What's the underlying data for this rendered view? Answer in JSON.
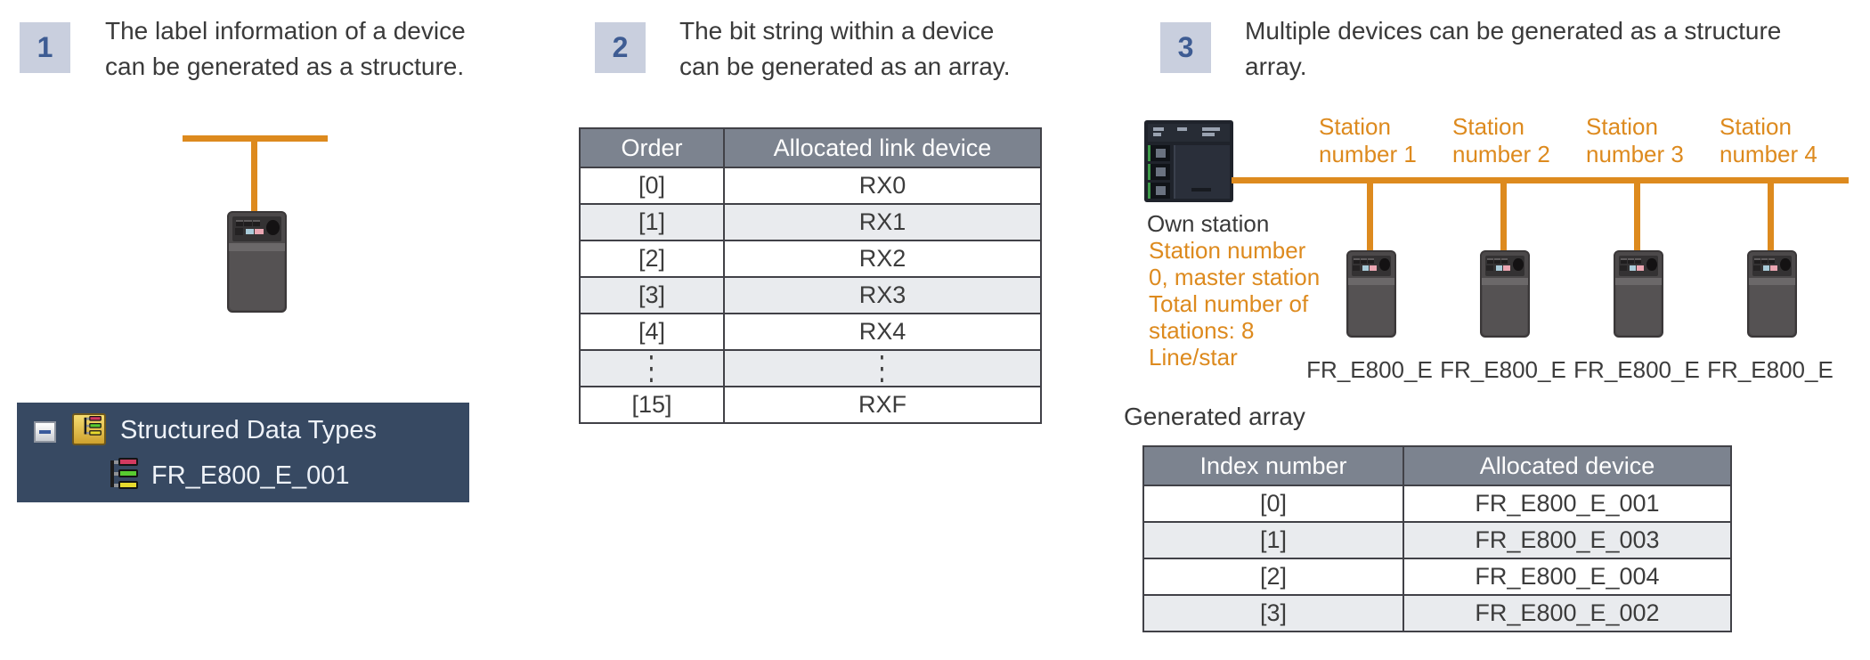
{
  "colors": {
    "accent_orange": "#dd8a1e",
    "badge_bg": "#c9cfde",
    "badge_text": "#3e5c93",
    "table_header_bg": "#7c838f",
    "row_alt": "#e9ebee",
    "tree_bg": "#374962",
    "text": "#3a3a3a"
  },
  "sections": {
    "s1": {
      "number": "1",
      "caption_line1": "The label information of a device",
      "caption_line2": "can be generated as a structure.",
      "tree": {
        "root_label": "Structured Data Types",
        "child_label": "FR_E800_E_001"
      }
    },
    "s2": {
      "number": "2",
      "caption_line1": "The bit string within a device",
      "caption_line2": "can be generated as an array.",
      "table": {
        "headers": [
          "Order",
          "Allocated link device"
        ],
        "rows": [
          [
            "[0]",
            "RX0"
          ],
          [
            "[1]",
            "RX1"
          ],
          [
            "[2]",
            "RX2"
          ],
          [
            "[3]",
            "RX3"
          ],
          [
            "[4]",
            "RX4"
          ],
          [
            "⋮",
            "⋮"
          ],
          [
            "[15]",
            "RXF"
          ]
        ]
      }
    },
    "s3": {
      "number": "3",
      "caption_line1": "Multiple devices can be generated as a structure",
      "caption_line2": "array.",
      "own_station_label": "Own station",
      "master_info_lines": [
        "Station number",
        "0, master station",
        "Total number of",
        "stations: 8",
        "Line/star"
      ],
      "stations": [
        {
          "line1": "Station",
          "line2": "number 1",
          "device_label": "FR_E800_E"
        },
        {
          "line1": "Station",
          "line2": "number 2",
          "device_label": "FR_E800_E"
        },
        {
          "line1": "Station",
          "line2": "number 3",
          "device_label": "FR_E800_E"
        },
        {
          "line1": "Station",
          "line2": "number 4",
          "device_label": "FR_E800_E"
        }
      ],
      "generated_array_title": "Generated array",
      "table": {
        "headers": [
          "Index number",
          "Allocated device"
        ],
        "rows": [
          [
            "[0]",
            "FR_E800_E_001"
          ],
          [
            "[1]",
            "FR_E800_E_003"
          ],
          [
            "[2]",
            "FR_E800_E_004"
          ],
          [
            "[3]",
            "FR_E800_E_002"
          ]
        ]
      }
    }
  }
}
